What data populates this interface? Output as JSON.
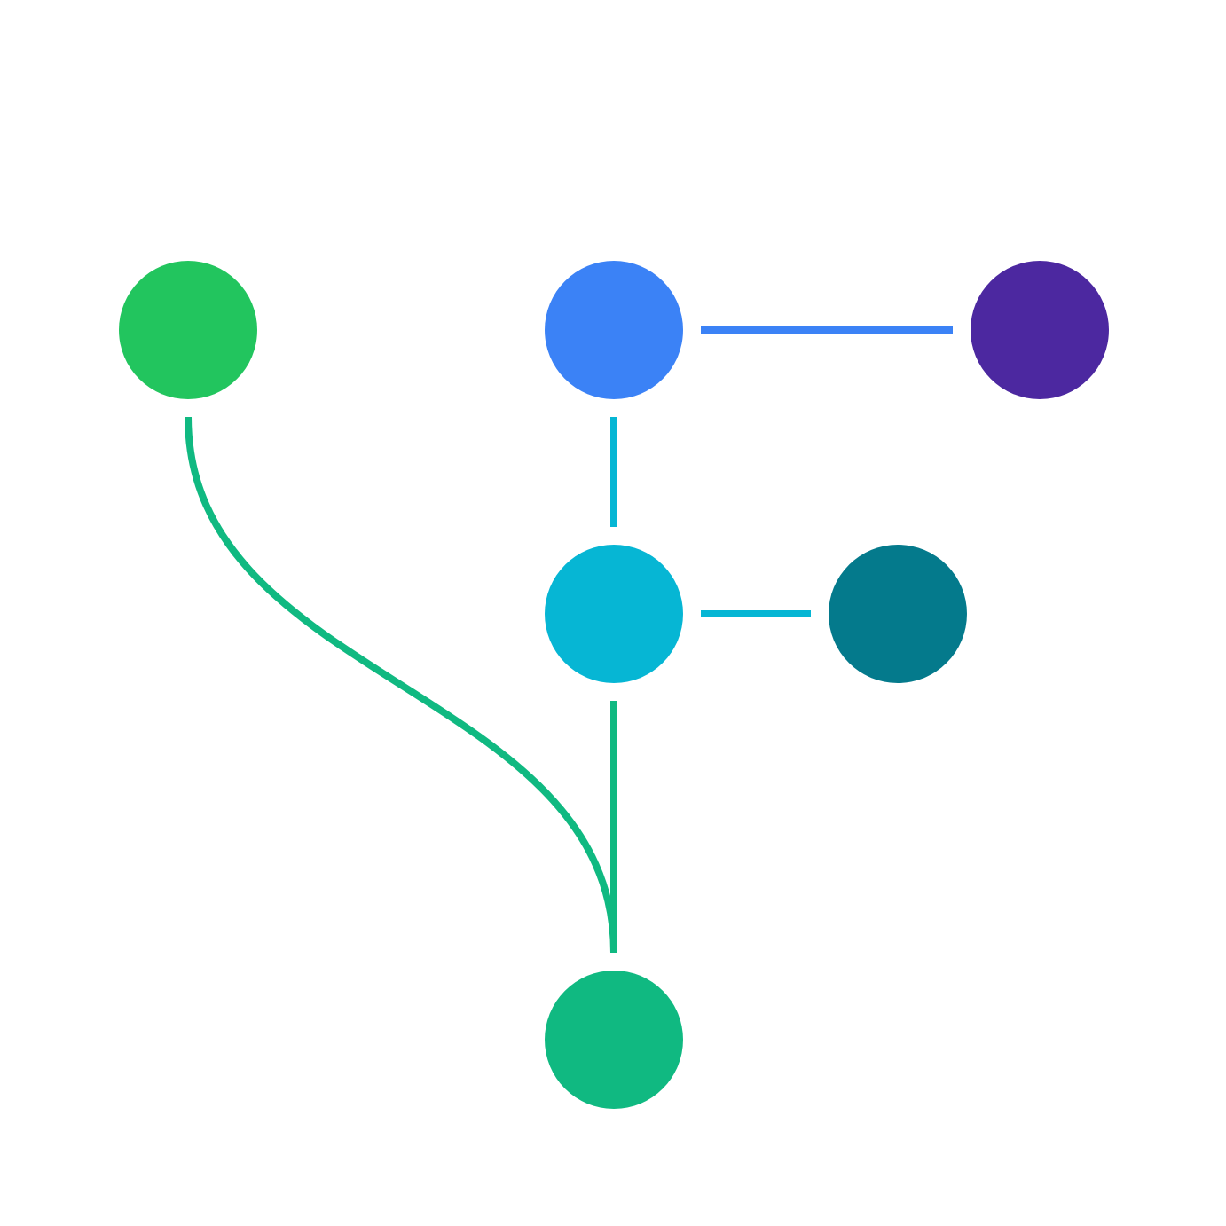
{
  "diagram": {
    "nodes": [
      {
        "id": "top-left",
        "color": "#22C55E"
      },
      {
        "id": "top-center",
        "color": "#3B82F6"
      },
      {
        "id": "top-right",
        "color": "#4C28A0"
      },
      {
        "id": "middle-center",
        "color": "#06B6D4"
      },
      {
        "id": "middle-right",
        "color": "#047A8C"
      },
      {
        "id": "bottom-center",
        "color": "#10B981"
      }
    ],
    "edges": [
      {
        "from": "top-center",
        "to": "top-right",
        "style": "straight",
        "color": "#3B82F6"
      },
      {
        "from": "top-center",
        "to": "middle-center",
        "style": "straight",
        "color": "#06B6D4"
      },
      {
        "from": "middle-center",
        "to": "middle-right",
        "style": "straight",
        "color": "#06B6D4"
      },
      {
        "from": "middle-center",
        "to": "bottom-center",
        "style": "straight",
        "color": "#10B981"
      },
      {
        "from": "top-left",
        "to": "bottom-center",
        "style": "curved",
        "color": "#10B981"
      }
    ]
  }
}
